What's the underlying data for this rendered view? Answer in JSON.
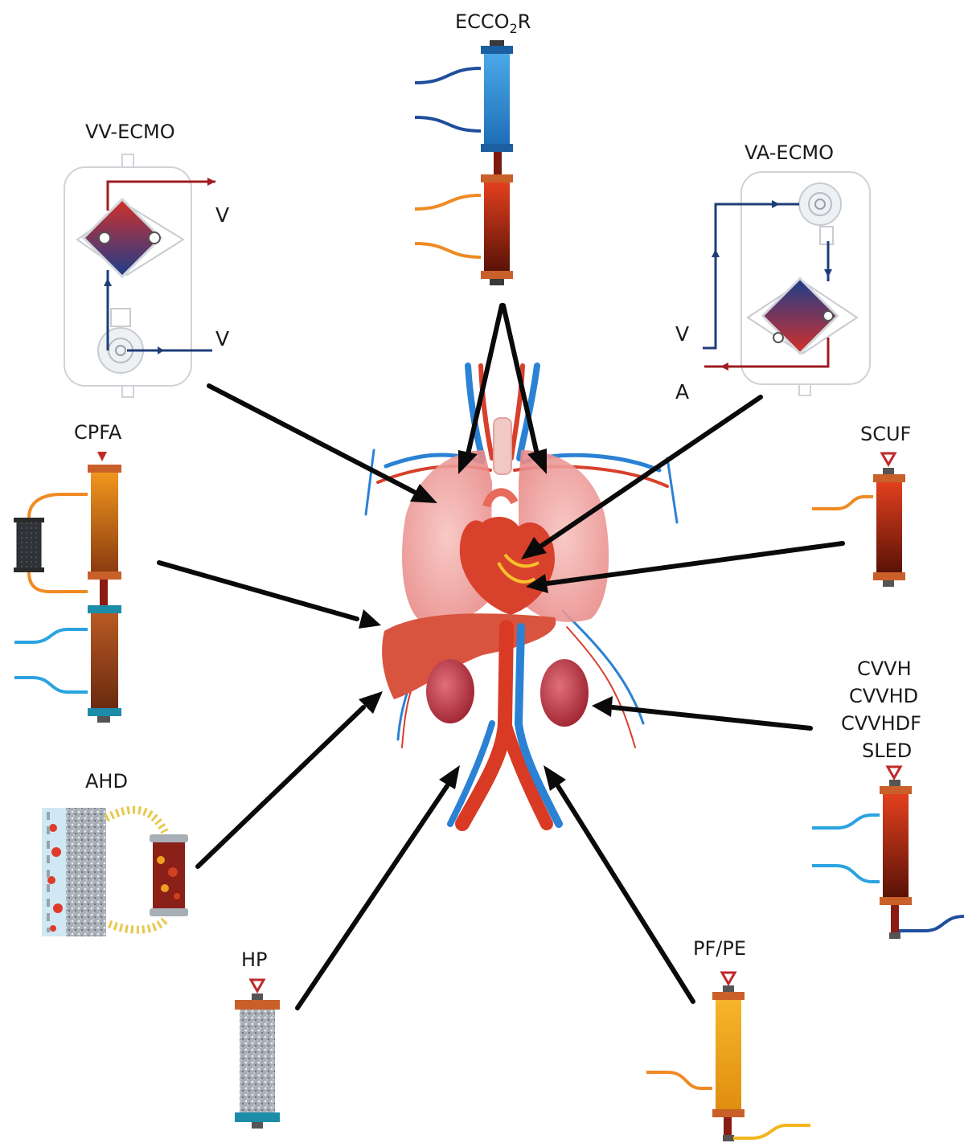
{
  "labels": {
    "ecco2r_prefix": "ECCO",
    "ecco2r_sub": "2",
    "ecco2r_suffix": "R",
    "vv_ecmo": "VV-ECMO",
    "va_ecmo": "VA-ECMO",
    "cpfa": "CPFA",
    "scuf": "SCUF",
    "cvvh": "CVVH",
    "cvvhd": "CVVHD",
    "cvvhdf": "CVVHDF",
    "sled": "SLED",
    "ahd": "AHD",
    "hp": "HP",
    "pf_pe": "PF/PE"
  },
  "vv_ecmo_ports": {
    "top": "V",
    "bottom": "V"
  },
  "va_ecmo_ports": {
    "venous": "V",
    "arterial": "A"
  },
  "colors": {
    "arrow": "#0a0a0a",
    "blood_red": "#c8301c",
    "blood_dark": "#5c1408",
    "blue_line": "#1f4e9c",
    "light_blue_line": "#2aa3e0",
    "orange_line": "#f08a24",
    "yellow_line": "#f4b51e",
    "filter_blue": "#2f8fd6",
    "filter_orange": "#e8871a",
    "filter_yellow": "#f2a81d",
    "filter_gray": "#9aa3ad",
    "cap_orange": "#c9602a",
    "cap_teal": "#1c8da8",
    "organ_pink": "#f0a0a0",
    "organ_red": "#d8412c"
  },
  "icons": [
    "filter-cartridge",
    "centrifugal-pump",
    "oxygenator-membrane",
    "adsorption-cartridge",
    "flow-direction-triangle"
  ]
}
